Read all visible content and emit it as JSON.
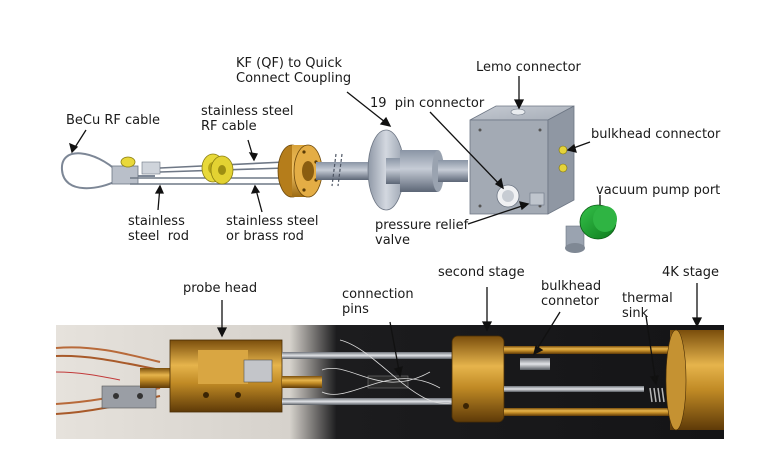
{
  "labels": {
    "kf_coupling": "KF (QF) to Quick\nConnect Coupling",
    "lemo_connector": "Lemo connector",
    "pin19_connector": "19  pin connector",
    "becu_rf_cable": "BeCu RF cable",
    "ss_rf_cable": "stainless steel\nRF cable",
    "bulkhead_connector": "bulkhead connector",
    "vacuum_pump_port": "vacuum pump port",
    "ss_rod": "stainless\nsteel  rod",
    "ss_or_brass_rod": "stainless steel\nor brass rod",
    "pressure_relief_valve": "pressure relief\nvalve",
    "probe_head": "probe head",
    "connection_pins": "connection\npins",
    "second_stage": "second stage",
    "bulkhead_connetor": "bulkhead\nconnetor",
    "four_k_stage": "4K stage",
    "thermal_sink": "thermal\nsink"
  }
}
